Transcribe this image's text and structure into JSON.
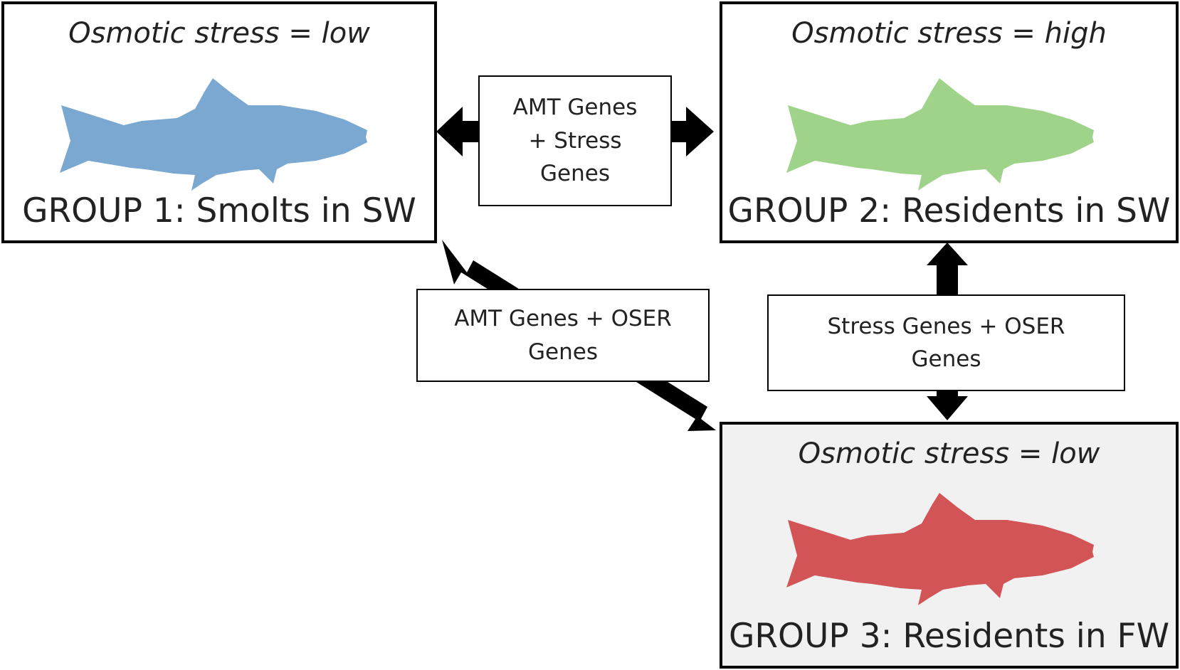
{
  "groups": [
    {
      "stress": "Osmotic stress = low",
      "title": "GROUP 1: Smolts in SW",
      "fish_color": "#7aa8d0"
    },
    {
      "stress": "Osmotic stress = high",
      "title": "GROUP 2: Residents in SW",
      "fish_color": "#9fd38a"
    },
    {
      "stress": "Osmotic stress = low",
      "title": "GROUP 3: Residents in FW",
      "fish_color": "#d25456"
    }
  ],
  "gene_sets": {
    "g1_g2": "AMT Genes\n+ Stress\nGenes",
    "g1_g3": "AMT Genes + OSER\nGenes",
    "g2_g3": "Stress Genes + OSER\nGenes"
  }
}
